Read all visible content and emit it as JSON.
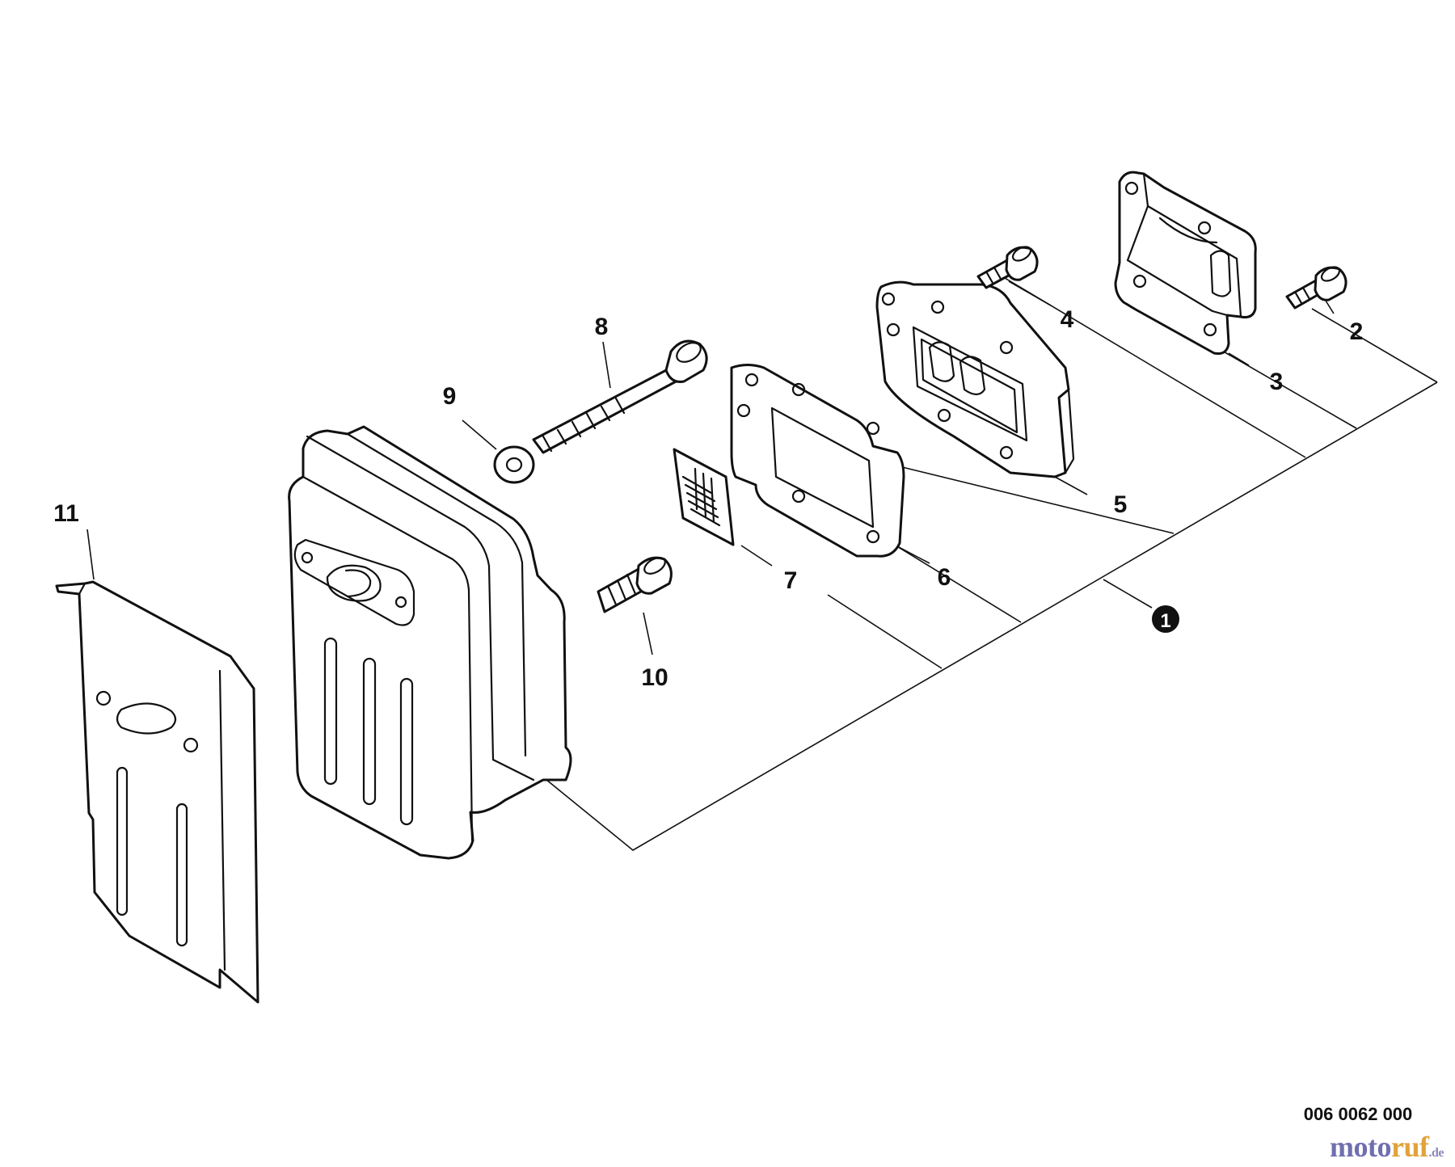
{
  "diagram": {
    "drawing_number": "006 0062 000",
    "watermark": {
      "main": "moto",
      "accent": "ruf",
      "tld": ".de"
    },
    "assembly_callout": "1",
    "callouts": [
      {
        "id": "2",
        "part": "screw-right"
      },
      {
        "id": "3",
        "part": "bracket"
      },
      {
        "id": "4",
        "part": "screw-left"
      },
      {
        "id": "5",
        "part": "exhaust-plate"
      },
      {
        "id": "6",
        "part": "muffler-gasket"
      },
      {
        "id": "7",
        "part": "spark-screen"
      },
      {
        "id": "8",
        "part": "long-bolt"
      },
      {
        "id": "9",
        "part": "washer"
      },
      {
        "id": "10",
        "part": "short-bolt"
      },
      {
        "id": "11",
        "part": "heat-shield"
      }
    ]
  },
  "colors": {
    "line": "#111111",
    "background": "#ffffff",
    "brand_blue": "#6f6fb0",
    "brand_orange": "#e0a23a"
  }
}
